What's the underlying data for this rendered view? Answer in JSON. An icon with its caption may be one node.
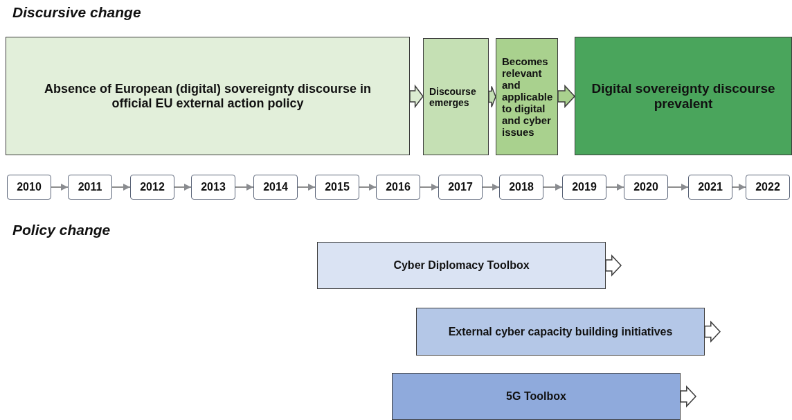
{
  "diagram": {
    "nodes": [
      {
        "text": [
          "Absence of European (digital) sovereignty discourse in official EU external action policy"
        ]
      },
      {
        "text": [
          "Discourse emerges"
        ]
      },
      {
        "text": [
          "Becomes relevant and applicable to digital and cyber issues"
        ]
      },
      {
        "text": [
          "Digital sovereignty discourse prevalent"
        ]
      },
      {
        "text": [
          "2010"
        ]
      },
      {
        "text": [
          "2011"
        ]
      },
      {
        "text": [
          "2012"
        ]
      },
      {
        "text": [
          "2013"
        ]
      },
      {
        "text": [
          "2014"
        ]
      },
      {
        "text": [
          "2015"
        ]
      },
      {
        "text": [
          "2016"
        ]
      },
      {
        "text": [
          "2017"
        ]
      },
      {
        "text": [
          "2018"
        ]
      },
      {
        "text": [
          "2019"
        ]
      },
      {
        "text": [
          "2020"
        ]
      },
      {
        "text": [
          "2021"
        ]
      },
      {
        "text": [
          "2022"
        ]
      },
      {
        "text": [
          "Cyber Diplomacy Toolbox"
        ]
      },
      {
        "text": [
          "External cyber capacity building initiatives"
        ]
      },
      {
        "text": [
          "5G Toolbox"
        ]
      }
    ],
    "edges": [
      {
        "from": 0,
        "to": 1,
        "arrow": "to",
        "style": "thick",
        "color": "#dcecd2"
      },
      {
        "from": 1,
        "to": 2,
        "arrow": "to",
        "style": "thick",
        "color": "#c5e0b4"
      },
      {
        "from": 2,
        "to": 3,
        "arrow": "to",
        "style": "thick",
        "color": "#a9d18e"
      },
      {
        "from": 4,
        "to": 5,
        "arrow": "to"
      },
      {
        "from": 5,
        "to": 6,
        "arrow": "to"
      },
      {
        "from": 6,
        "to": 7,
        "arrow": "to"
      },
      {
        "from": 7,
        "to": 8,
        "arrow": "to"
      },
      {
        "from": 8,
        "to": 9,
        "arrow": "to"
      },
      {
        "from": 9,
        "to": 10,
        "arrow": "to"
      },
      {
        "from": 10,
        "to": 11,
        "arrow": "to"
      },
      {
        "from": 11,
        "to": 12,
        "arrow": "to"
      },
      {
        "from": 12,
        "to": 13,
        "arrow": "to"
      },
      {
        "from": 13,
        "to": 14,
        "arrow": "to"
      },
      {
        "from": 14,
        "to": 15,
        "arrow": "to"
      },
      {
        "from": 15,
        "to": 16,
        "arrow": "to"
      },
      {
        "from": 17,
        "to": null,
        "arrow": "to",
        "style": "thick",
        "color": "#ffffff"
      },
      {
        "from": 18,
        "to": null,
        "arrow": "to",
        "style": "thick",
        "color": "#ffffff"
      },
      {
        "from": 19,
        "to": null,
        "arrow": "to",
        "style": "thick",
        "color": "#ffffff"
      }
    ],
    "labels": [
      "Discursive change",
      "Policy change"
    ]
  }
}
